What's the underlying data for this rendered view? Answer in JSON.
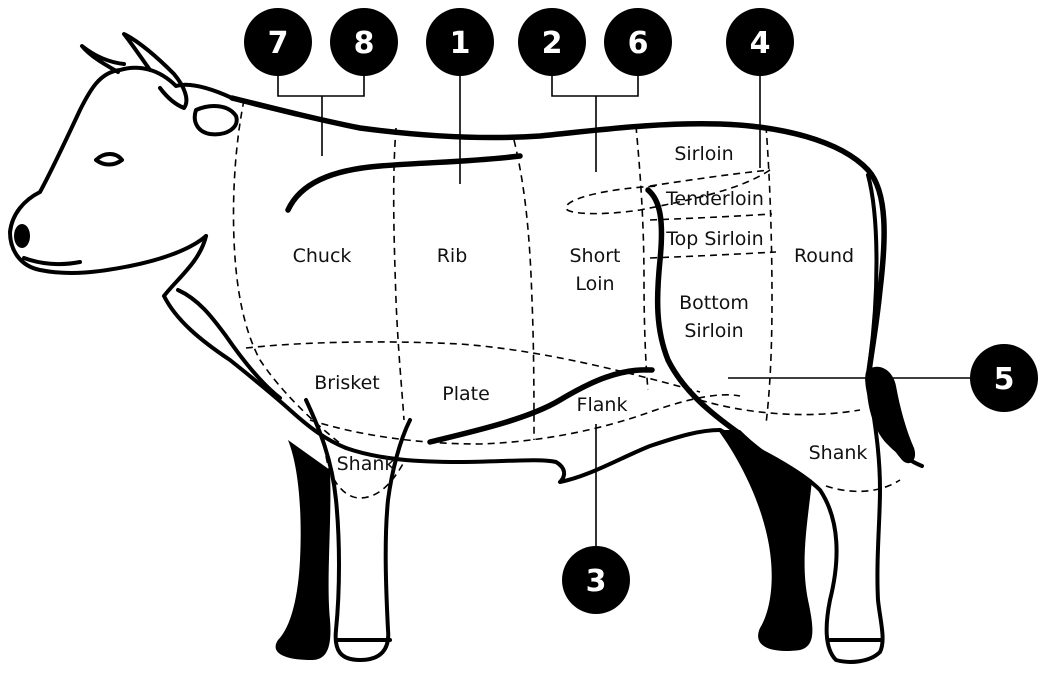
{
  "cuts": {
    "chuck": "Chuck",
    "rib": "Rib",
    "short_loin_1": "Short",
    "short_loin_2": "Loin",
    "sirloin": "Sirloin",
    "tenderloin": "Tenderloin",
    "top_sirloin": "Top Sirloin",
    "bottom_sirloin_1": "Bottom",
    "bottom_sirloin_2": "Sirloin",
    "round": "Round",
    "brisket": "Brisket",
    "plate": "Plate",
    "flank": "Flank",
    "shank_front": "Shank",
    "shank_rear": "Shank"
  },
  "badges": {
    "b7": "7",
    "b8": "8",
    "b1": "1",
    "b2": "2",
    "b6": "6",
    "b4": "4",
    "b5": "5",
    "b3": "3"
  },
  "colors": {
    "ink": "#000000",
    "badge_fill": "#000000",
    "badge_text": "#ffffff",
    "background": "#ffffff"
  }
}
